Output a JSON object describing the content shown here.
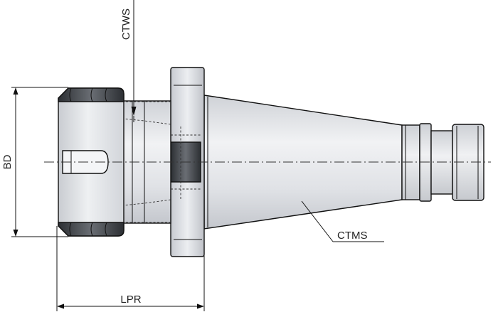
{
  "labels": {
    "ctws": "CTWS",
    "bd": "BD",
    "lpr": "LPR",
    "ctms": "CTMS"
  },
  "colors": {
    "line": "#111111",
    "metal_light": "#e4e6ea",
    "metal_mid": "#c9ccd2",
    "metal_dark": "#3a3d42",
    "background": "#ffffff"
  }
}
